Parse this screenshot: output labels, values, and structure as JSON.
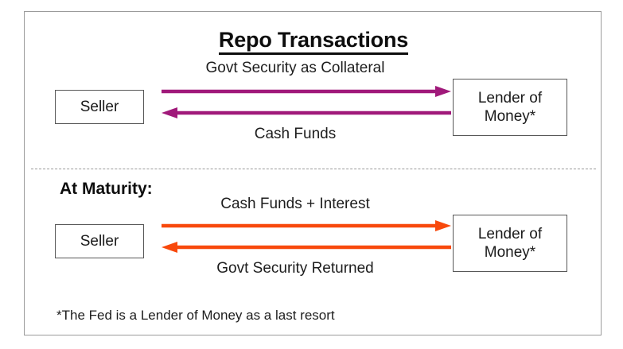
{
  "diagram": {
    "title": "Repo Transactions",
    "frame_border_color": "#9b9b9b",
    "box_border_color": "#585858",
    "initial_leg": {
      "left_entity": "Seller",
      "right_entity_line1": "Lender of",
      "right_entity_line2": "Money*",
      "arrow_color": "#A0197A",
      "top_flow_label": "Govt Security as Collateral",
      "bottom_flow_label": "Cash Funds"
    },
    "maturity_leg": {
      "heading": "At Maturity:",
      "left_entity": "Seller",
      "right_entity_line1": "Lender of",
      "right_entity_line2": "Money*",
      "arrow_color": "#F8490C",
      "top_flow_label": "Cash Funds + Interest",
      "bottom_flow_label": "Govt Security Returned"
    },
    "footnote": "*The Fed is a Lender of Money as a last resort"
  }
}
